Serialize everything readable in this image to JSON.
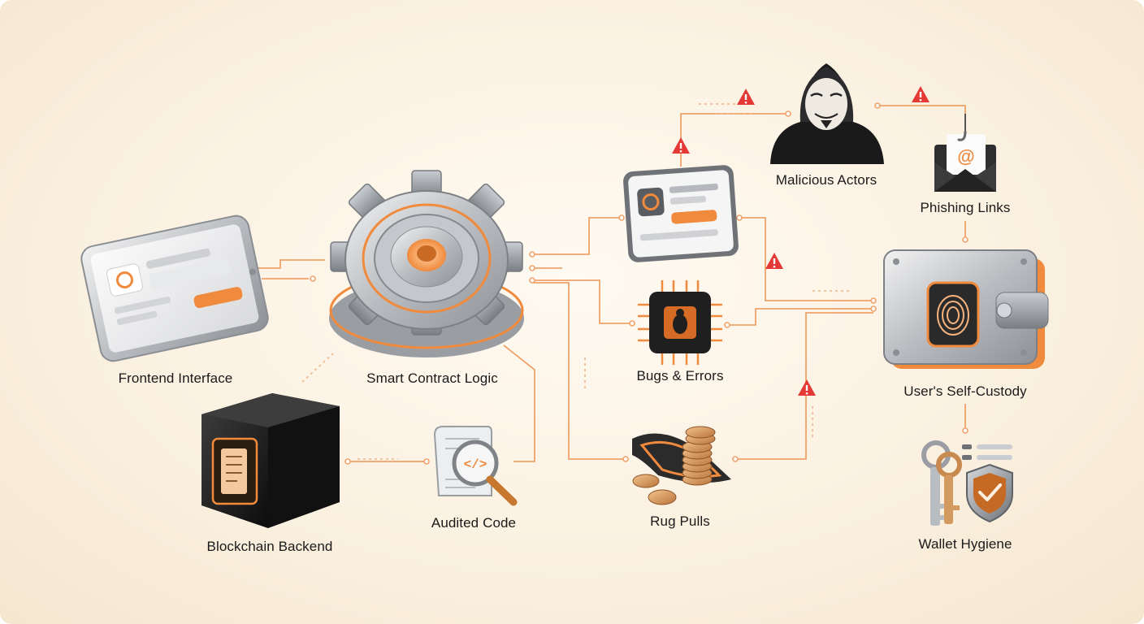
{
  "nodes": {
    "frontend": "Frontend Interface",
    "smart_contract": "Smart Contract Logic",
    "blockchain": "Blockchain Backend",
    "audited": "Audited Code",
    "bugs": "Bugs & Errors",
    "rug": "Rug Pulls",
    "malicious": "Malicious Actors",
    "phishing": "Phishing Links",
    "self_custody": "User's Self-Custody",
    "hygiene": "Wallet Hygiene"
  },
  "colors": {
    "accent": "#f08a3c",
    "warning": "#e53935",
    "wire": "#efa36a"
  },
  "icons": {
    "frontend": "tablet-icon",
    "smart_contract": "gear-icon",
    "blockchain": "cube-icon",
    "audited": "code-scroll-magnifier-icon",
    "phishing_site": "fake-webpage-icon",
    "bugs": "bug-chip-icon",
    "rug": "rug-coins-icon",
    "malicious": "hooded-hacker-icon",
    "phishing": "envelope-hook-icon",
    "self_custody": "fingerprint-wallet-icon",
    "hygiene": "keys-shield-icon",
    "warning": "warning-triangle-icon"
  }
}
